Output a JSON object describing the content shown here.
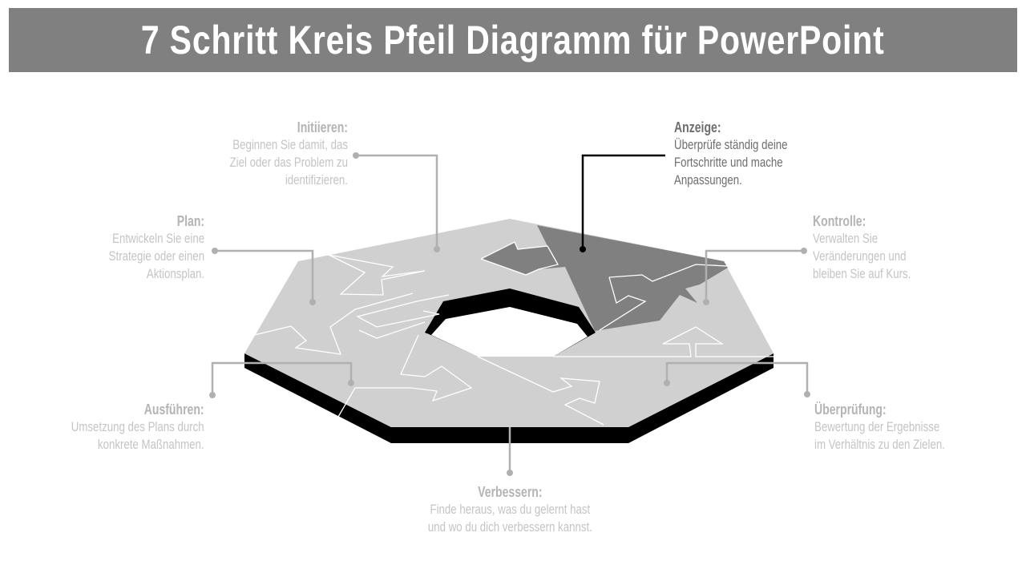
{
  "title": "7 Schritt Kreis Pfeil Diagramm für PowerPoint",
  "colors": {
    "title_bar": "#808080",
    "segment": "#d0d0d0",
    "highlight": "#808080",
    "base": "#000000"
  },
  "steps": [
    {
      "heading": "Initiieren:",
      "lines": [
        "Beginnen Sie damit, das",
        "Ziel oder das Problem zu",
        "identifizieren."
      ]
    },
    {
      "heading": "Plan:",
      "lines": [
        "Entwickeln Sie eine",
        "Strategie oder einen",
        "Aktionsplan."
      ]
    },
    {
      "heading": "Ausführen:",
      "lines": [
        "Umsetzung des Plans durch",
        "konkrete Maßnahmen."
      ]
    },
    {
      "heading": "Verbessern:",
      "lines": [
        "Finde heraus, was du gelernt hast",
        "und wo du dich verbessern kannst."
      ]
    },
    {
      "heading": "Überprüfung:",
      "lines": [
        "Bewertung der Ergebnisse",
        "im Verhältnis zu den Zielen."
      ]
    },
    {
      "heading": "Kontrolle:",
      "lines": [
        "Verwalten Sie",
        "Veränderungen und",
        "bleiben Sie auf Kurs."
      ]
    },
    {
      "heading": "Anzeige:",
      "lines": [
        "Überprüfe ständig deine",
        "Fortschritte und mache",
        "Anpassungen."
      ]
    }
  ]
}
